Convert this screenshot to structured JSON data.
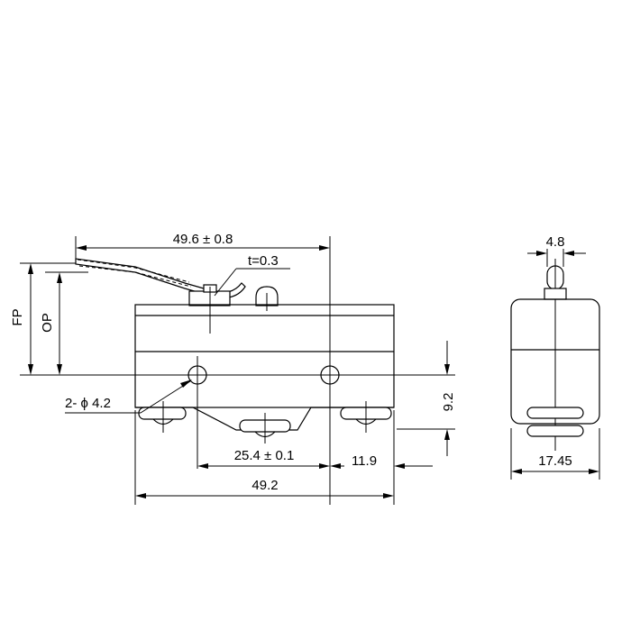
{
  "front_view": {
    "lever_length": "49.6 ± 0.8",
    "lever_thickness": "t=0.3",
    "fp": "FP",
    "op": "OP",
    "holes": "2- ϕ 4.2",
    "hole_pitch": "25.4 ± 0.1",
    "body_length": "49.2",
    "terminal_offset": "11.9",
    "mount_height": "9.2"
  },
  "side_view": {
    "actuator_width": "4.8",
    "body_width": "17.45"
  }
}
